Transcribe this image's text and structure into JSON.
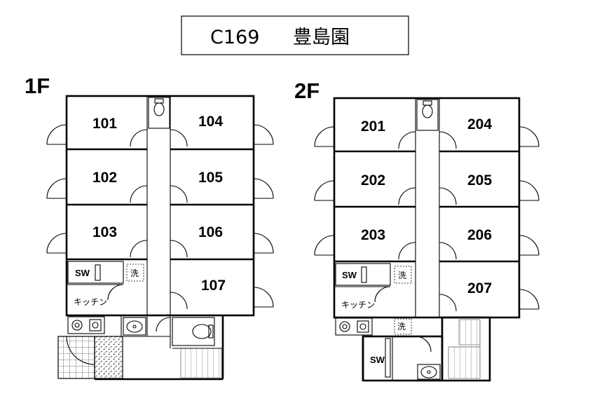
{
  "title": {
    "code": "C169",
    "name": "豊島園"
  },
  "floor1": {
    "label": "1F",
    "rooms": [
      "101",
      "102",
      "103",
      "104",
      "105",
      "106",
      "107"
    ],
    "switch_label": "SW",
    "wash_label": "洗",
    "kitchen_label": "キッチン"
  },
  "floor2": {
    "label": "2F",
    "rooms": [
      "201",
      "202",
      "203",
      "204",
      "205",
      "206",
      "207"
    ],
    "switch_label": "SW",
    "wash_label": "洗",
    "kitchen_label": "キッチン",
    "switch2_label": "SW"
  }
}
